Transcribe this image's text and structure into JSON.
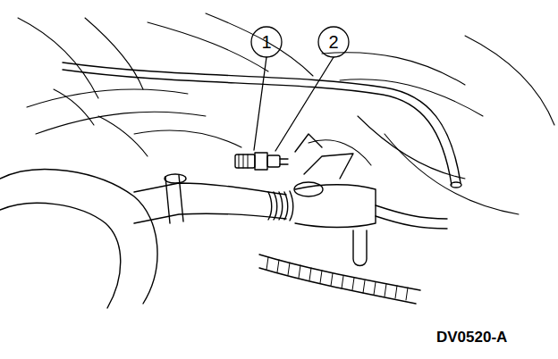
{
  "diagram": {
    "labels": [
      "1",
      "2",
      "DV0520-A"
    ]
  }
}
